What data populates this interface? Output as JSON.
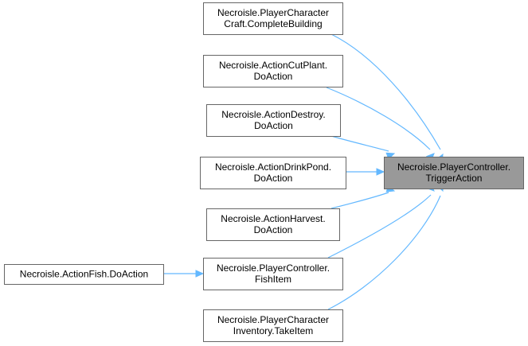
{
  "diagram": {
    "type": "call-graph",
    "focus_node": {
      "id": "trigger_action",
      "lines": [
        "Necroisle.PlayerController.",
        "TriggerAction"
      ]
    },
    "nodes": [
      {
        "id": "complete_building",
        "lines": [
          "Necroisle.PlayerCharacter",
          "Craft.CompleteBuilding"
        ]
      },
      {
        "id": "cut_plant",
        "lines": [
          "Necroisle.ActionCutPlant.",
          "DoAction"
        ]
      },
      {
        "id": "destroy",
        "lines": [
          "Necroisle.ActionDestroy.",
          "DoAction"
        ]
      },
      {
        "id": "drink_pond",
        "lines": [
          "Necroisle.ActionDrinkPond.",
          "DoAction"
        ]
      },
      {
        "id": "harvest",
        "lines": [
          "Necroisle.ActionHarvest.",
          "DoAction"
        ]
      },
      {
        "id": "fish_item",
        "lines": [
          "Necroisle.PlayerController.",
          "FishItem"
        ]
      },
      {
        "id": "take_item",
        "lines": [
          "Necroisle.PlayerCharacter",
          "Inventory.TakeItem"
        ]
      },
      {
        "id": "fish_do_action",
        "lines": [
          "Necroisle.ActionFish.DoAction"
        ]
      }
    ],
    "edges": [
      {
        "from": "complete_building",
        "to": "trigger_action"
      },
      {
        "from": "cut_plant",
        "to": "trigger_action"
      },
      {
        "from": "destroy",
        "to": "trigger_action"
      },
      {
        "from": "drink_pond",
        "to": "trigger_action"
      },
      {
        "from": "harvest",
        "to": "trigger_action"
      },
      {
        "from": "fish_item",
        "to": "trigger_action"
      },
      {
        "from": "take_item",
        "to": "trigger_action"
      },
      {
        "from": "fish_do_action",
        "to": "fish_item"
      }
    ],
    "colors": {
      "edge": "#63b8ff",
      "focus_fill": "#999999",
      "node_border": "#666666",
      "node_fill": "#ffffff"
    }
  }
}
